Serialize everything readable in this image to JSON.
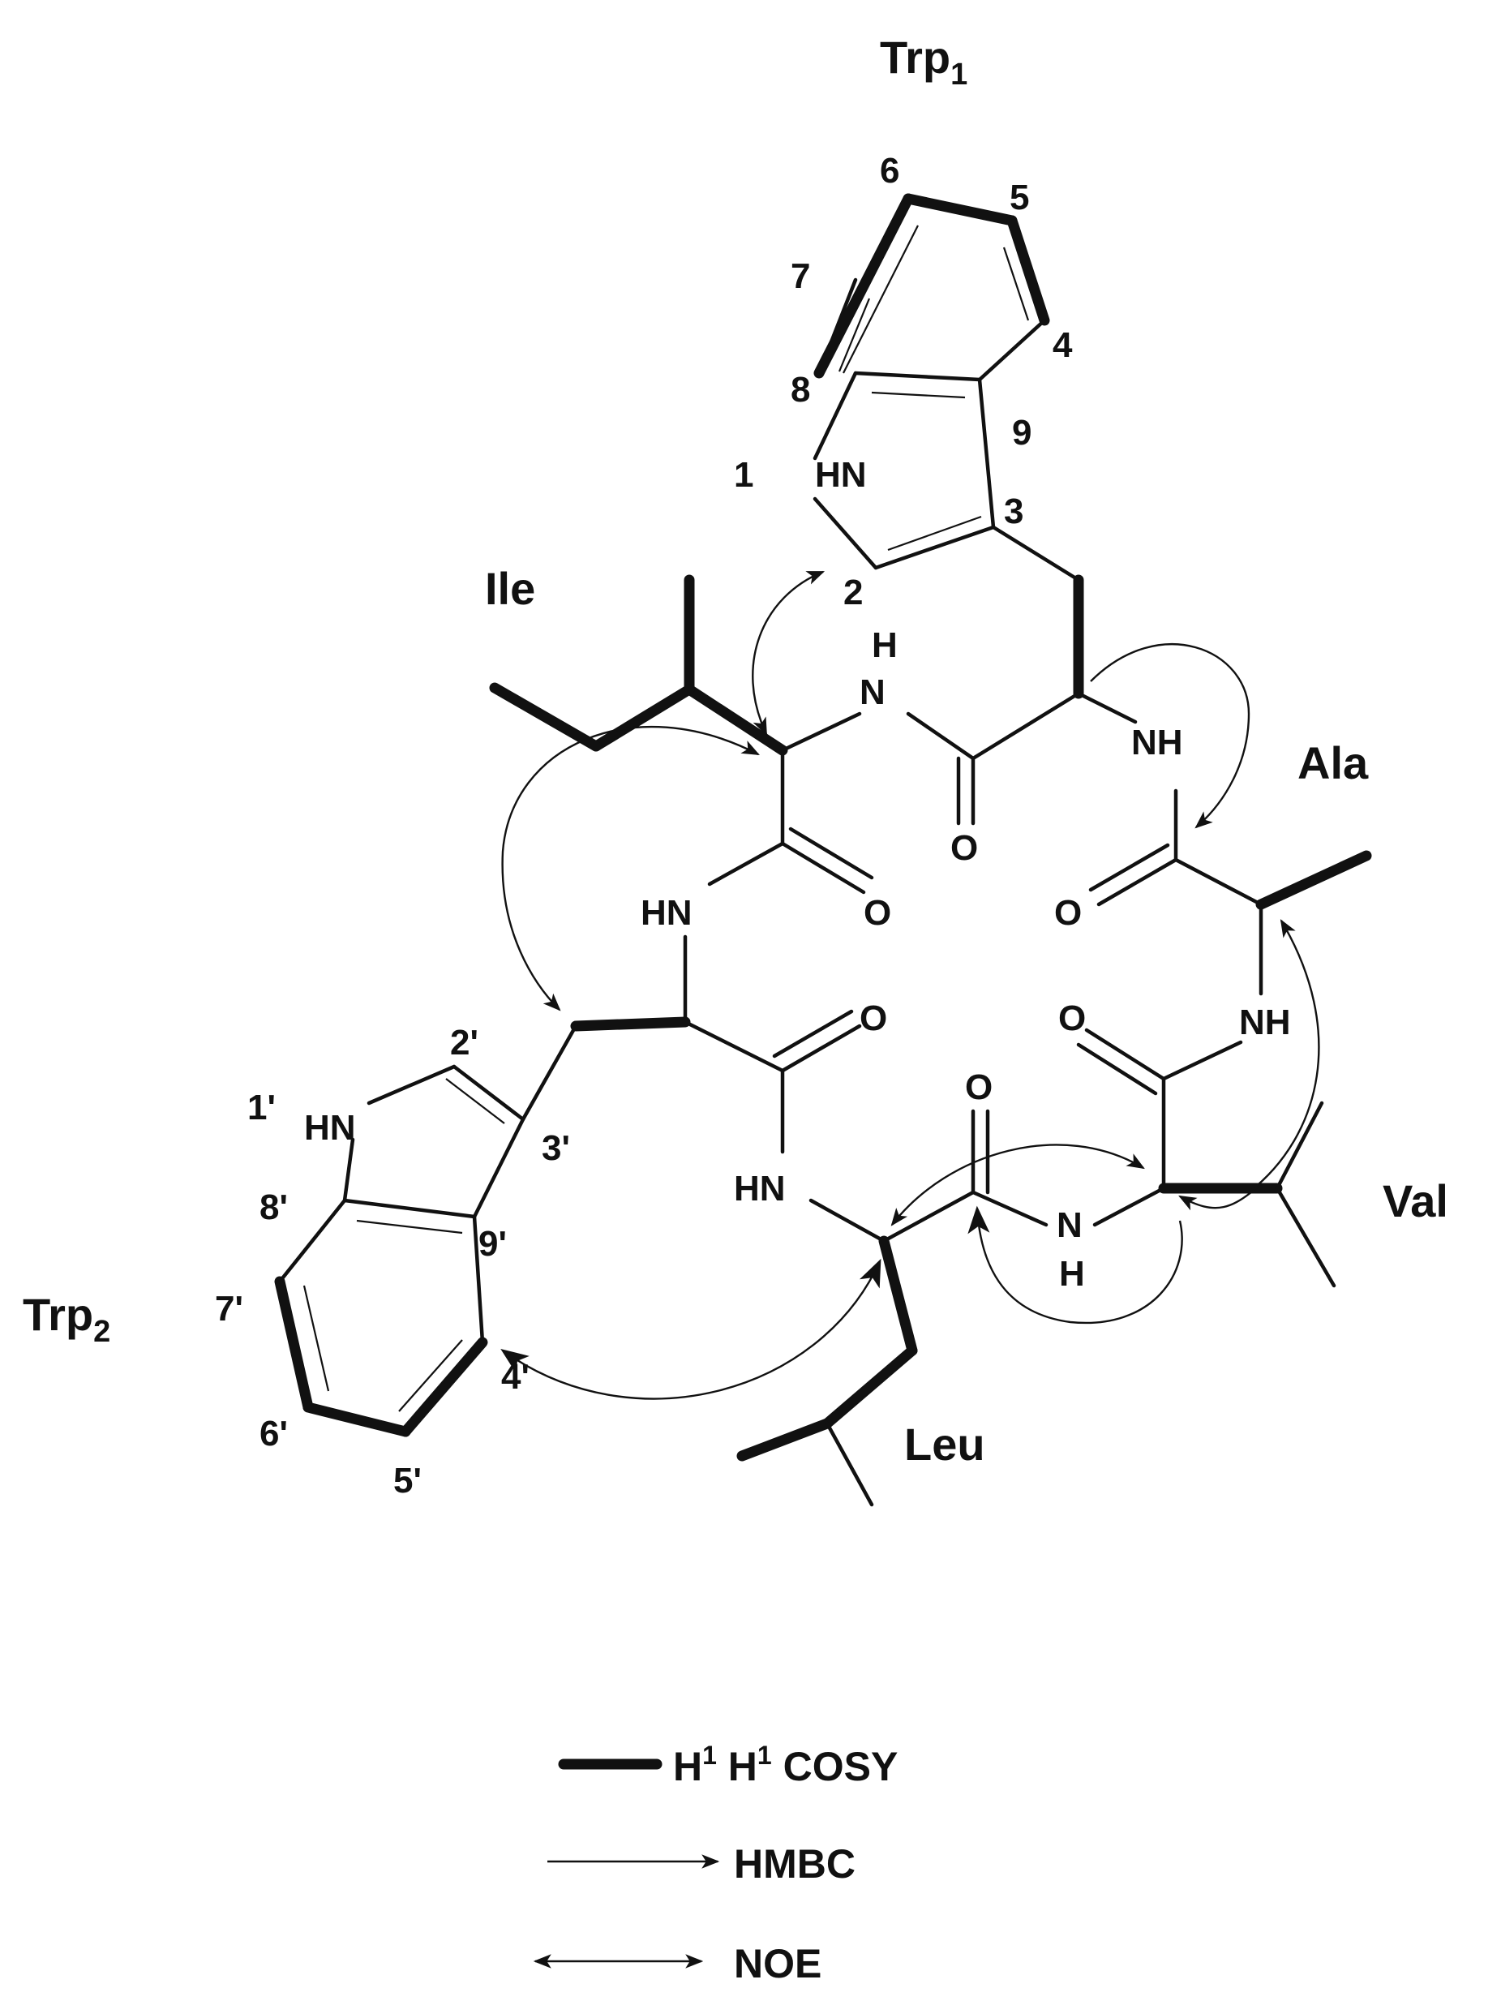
{
  "residues": {
    "trp1": "Trp",
    "trp1_sub": "1",
    "trp2": "Trp",
    "trp2_sub": "2",
    "ile": "Ile",
    "ala": "Ala",
    "val": "Val",
    "leu": "Leu"
  },
  "trp1_numbers": {
    "n1": "1",
    "n2": "2",
    "n3": "3",
    "n4": "4",
    "n5": "5",
    "n6": "6",
    "n7": "7",
    "n8": "8",
    "n9": "9"
  },
  "trp2_numbers": {
    "n1": "1'",
    "n2": "2'",
    "n3": "3'",
    "n4": "4'",
    "n5": "5'",
    "n6": "6'",
    "n7": "7'",
    "n8": "8'",
    "n9": "9'"
  },
  "atoms": {
    "hn": "HN",
    "nh": "NH",
    "n": "N",
    "h": "H",
    "o": "O"
  },
  "legend": {
    "cosy_h1": "H",
    "cosy_sup1": "1",
    "cosy_h2": " H",
    "cosy_sup2": "1",
    "cosy_rest": " COSY",
    "hmbc": "HMBC",
    "noe": "NOE"
  }
}
